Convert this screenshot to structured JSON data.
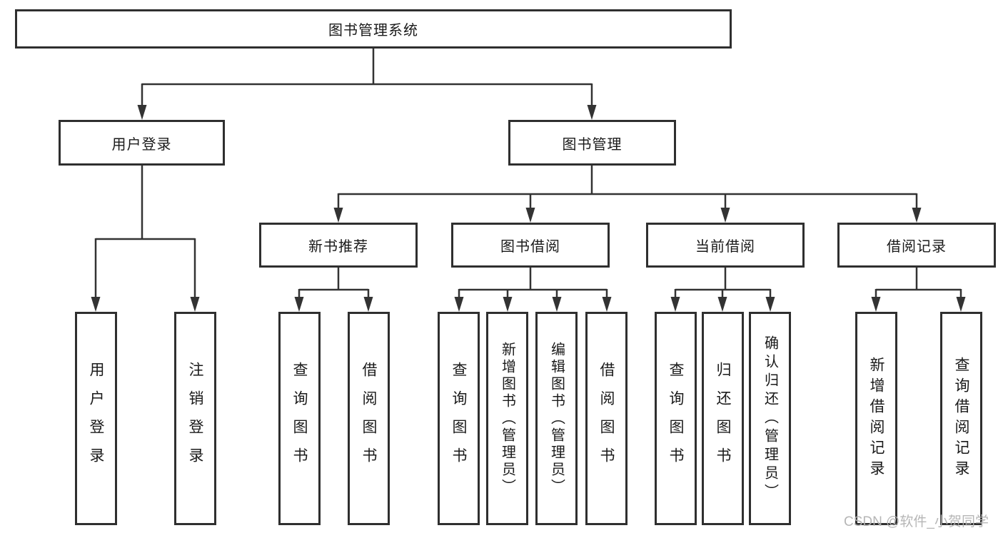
{
  "diagram": {
    "root": {
      "label": "图书管理系统"
    },
    "branches": [
      {
        "label": "用户登录",
        "children": [
          {
            "label": "用户登录"
          },
          {
            "label": "注销登录"
          }
        ]
      },
      {
        "label": "图书管理",
        "children": [
          {
            "label": "新书推荐",
            "children": [
              {
                "label": "查询图书"
              },
              {
                "label": "借阅图书"
              }
            ]
          },
          {
            "label": "图书借阅",
            "children": [
              {
                "label": "查询图书"
              },
              {
                "label": "新增图书（管理员）"
              },
              {
                "label": "编辑图书（管理员）"
              },
              {
                "label": "借阅图书"
              }
            ]
          },
          {
            "label": "当前借阅",
            "children": [
              {
                "label": "查询图书"
              },
              {
                "label": "归还图书"
              },
              {
                "label": "确认归还（管理员）"
              }
            ]
          },
          {
            "label": "借阅记录",
            "children": [
              {
                "label": "新增借阅记录"
              },
              {
                "label": "查询借阅记录"
              }
            ]
          }
        ]
      }
    ]
  },
  "watermark": "CSDN @软件_小贺同学",
  "colors": {
    "line": "#333333",
    "box_border": "#2f2f2f",
    "text": "#1a1a1a",
    "watermark": "#b3b3b3"
  }
}
